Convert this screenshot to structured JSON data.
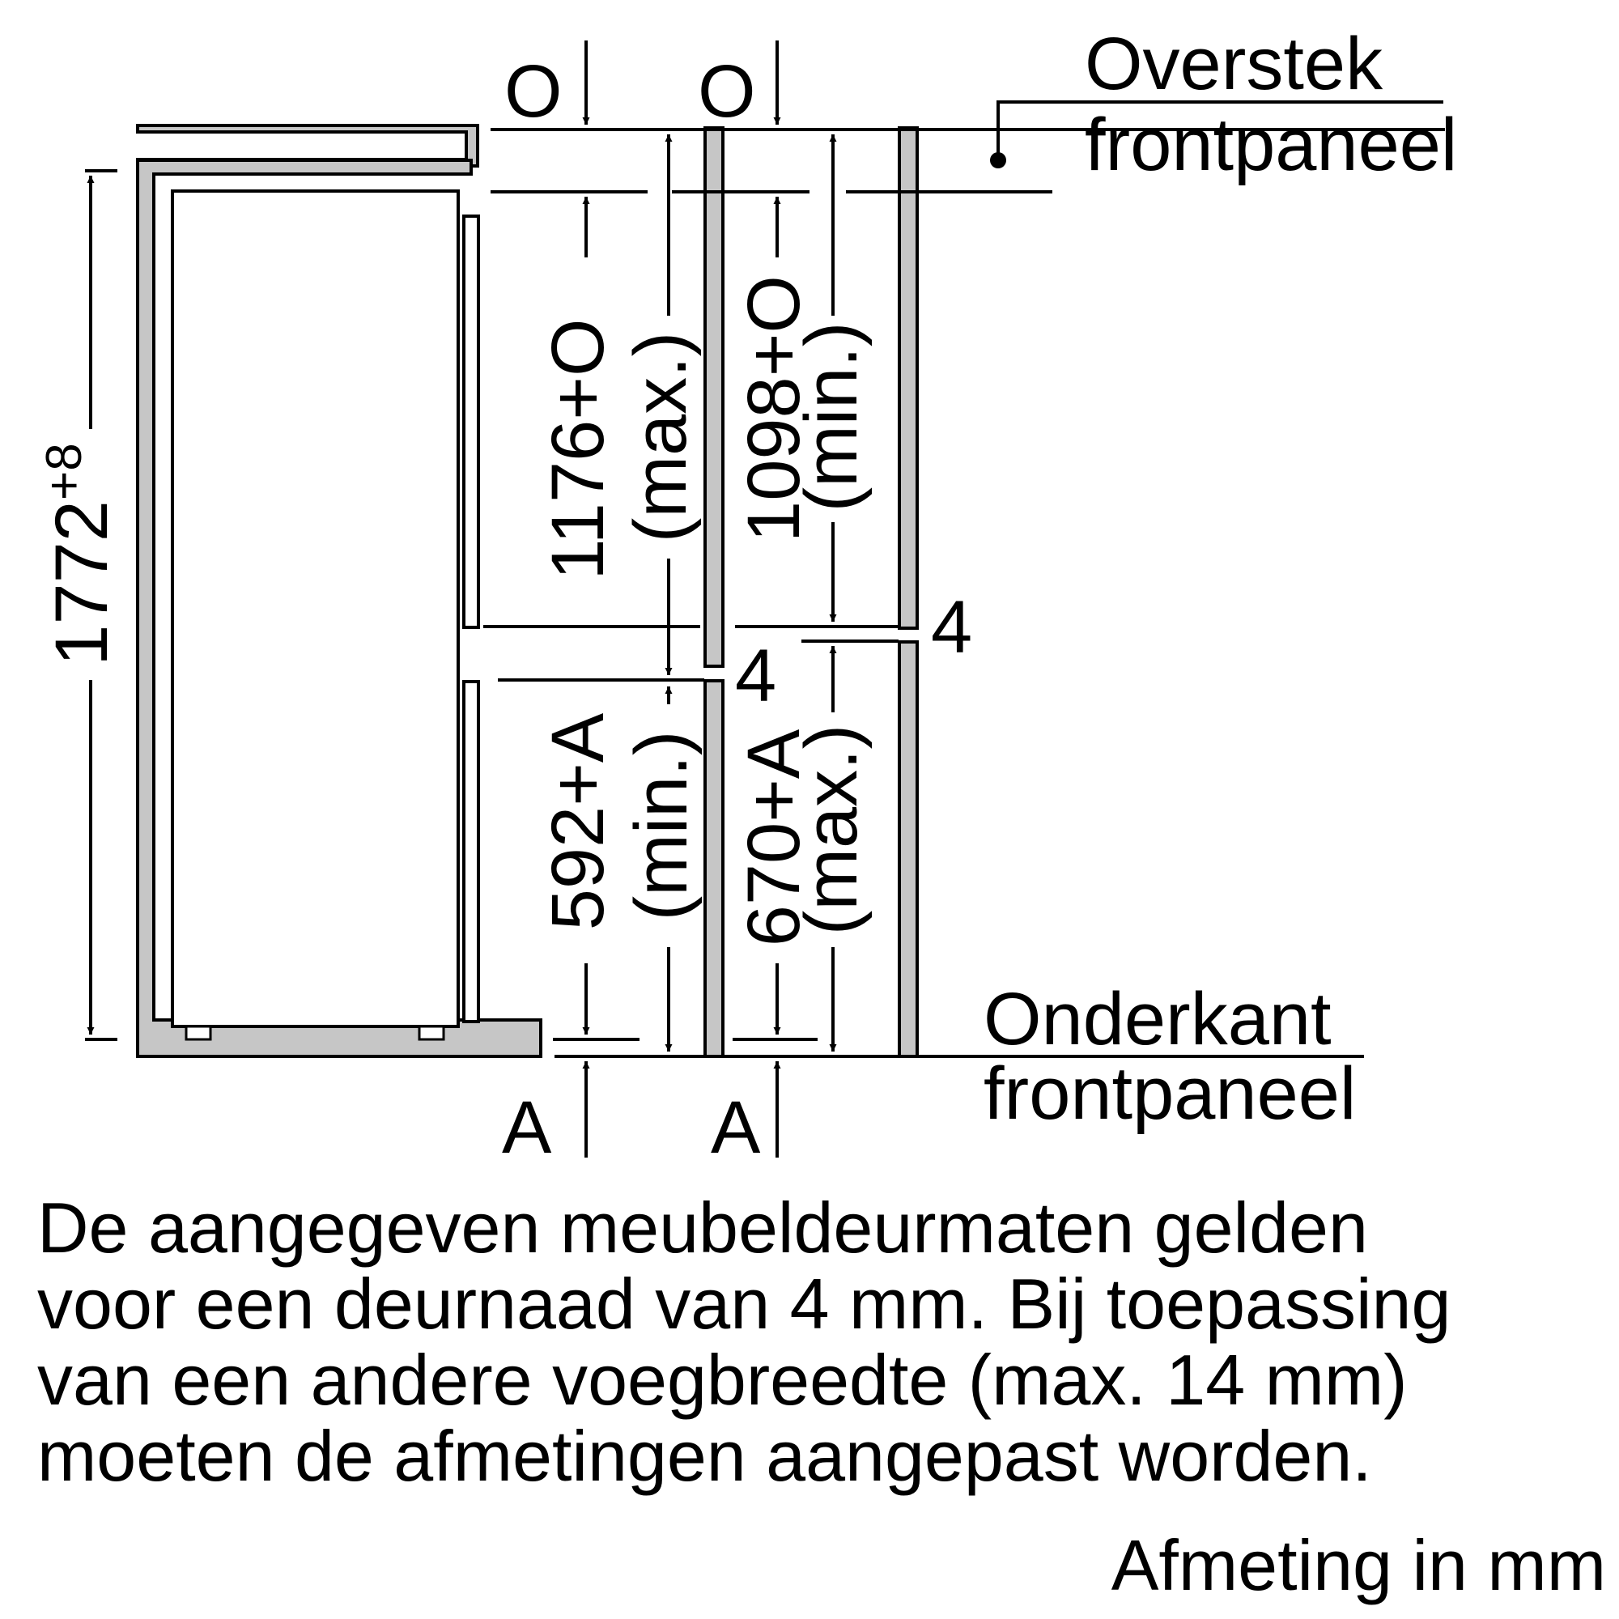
{
  "labels": {
    "o_left": "O",
    "o_right": "O",
    "a_left": "A",
    "a_right": "A",
    "overstek_line1": "Overstek",
    "overstek_line2": "frontpaneel",
    "onderkant_line1": "Onderkant",
    "onderkant_line2": "frontpaneel",
    "gap_upper": "4",
    "gap_lower": "4"
  },
  "dimensions": {
    "total_height_base": "1772",
    "total_height_tolerance": "+8",
    "upper_door_max": "1176+O",
    "upper_door_max_note": "(max.)",
    "upper_door_min": "1098+O",
    "upper_door_min_note": "(min.)",
    "lower_door_min": "592+A",
    "lower_door_min_note": "(min.)",
    "lower_door_max": "670+A",
    "lower_door_max_note": "(max.)"
  },
  "note_lines": [
    "De aangegeven meubeldeurmaten gelden",
    "voor een deurnaad van 4 mm. Bij toepassing",
    "van een andere voegbreedte (max. 14 mm)",
    "moeten de afmetingen aangepast worden."
  ],
  "unit_label": "Afmeting in mm",
  "colors": {
    "line": "#000000",
    "panel": "#c6c6c6",
    "background": "#ffffff"
  }
}
